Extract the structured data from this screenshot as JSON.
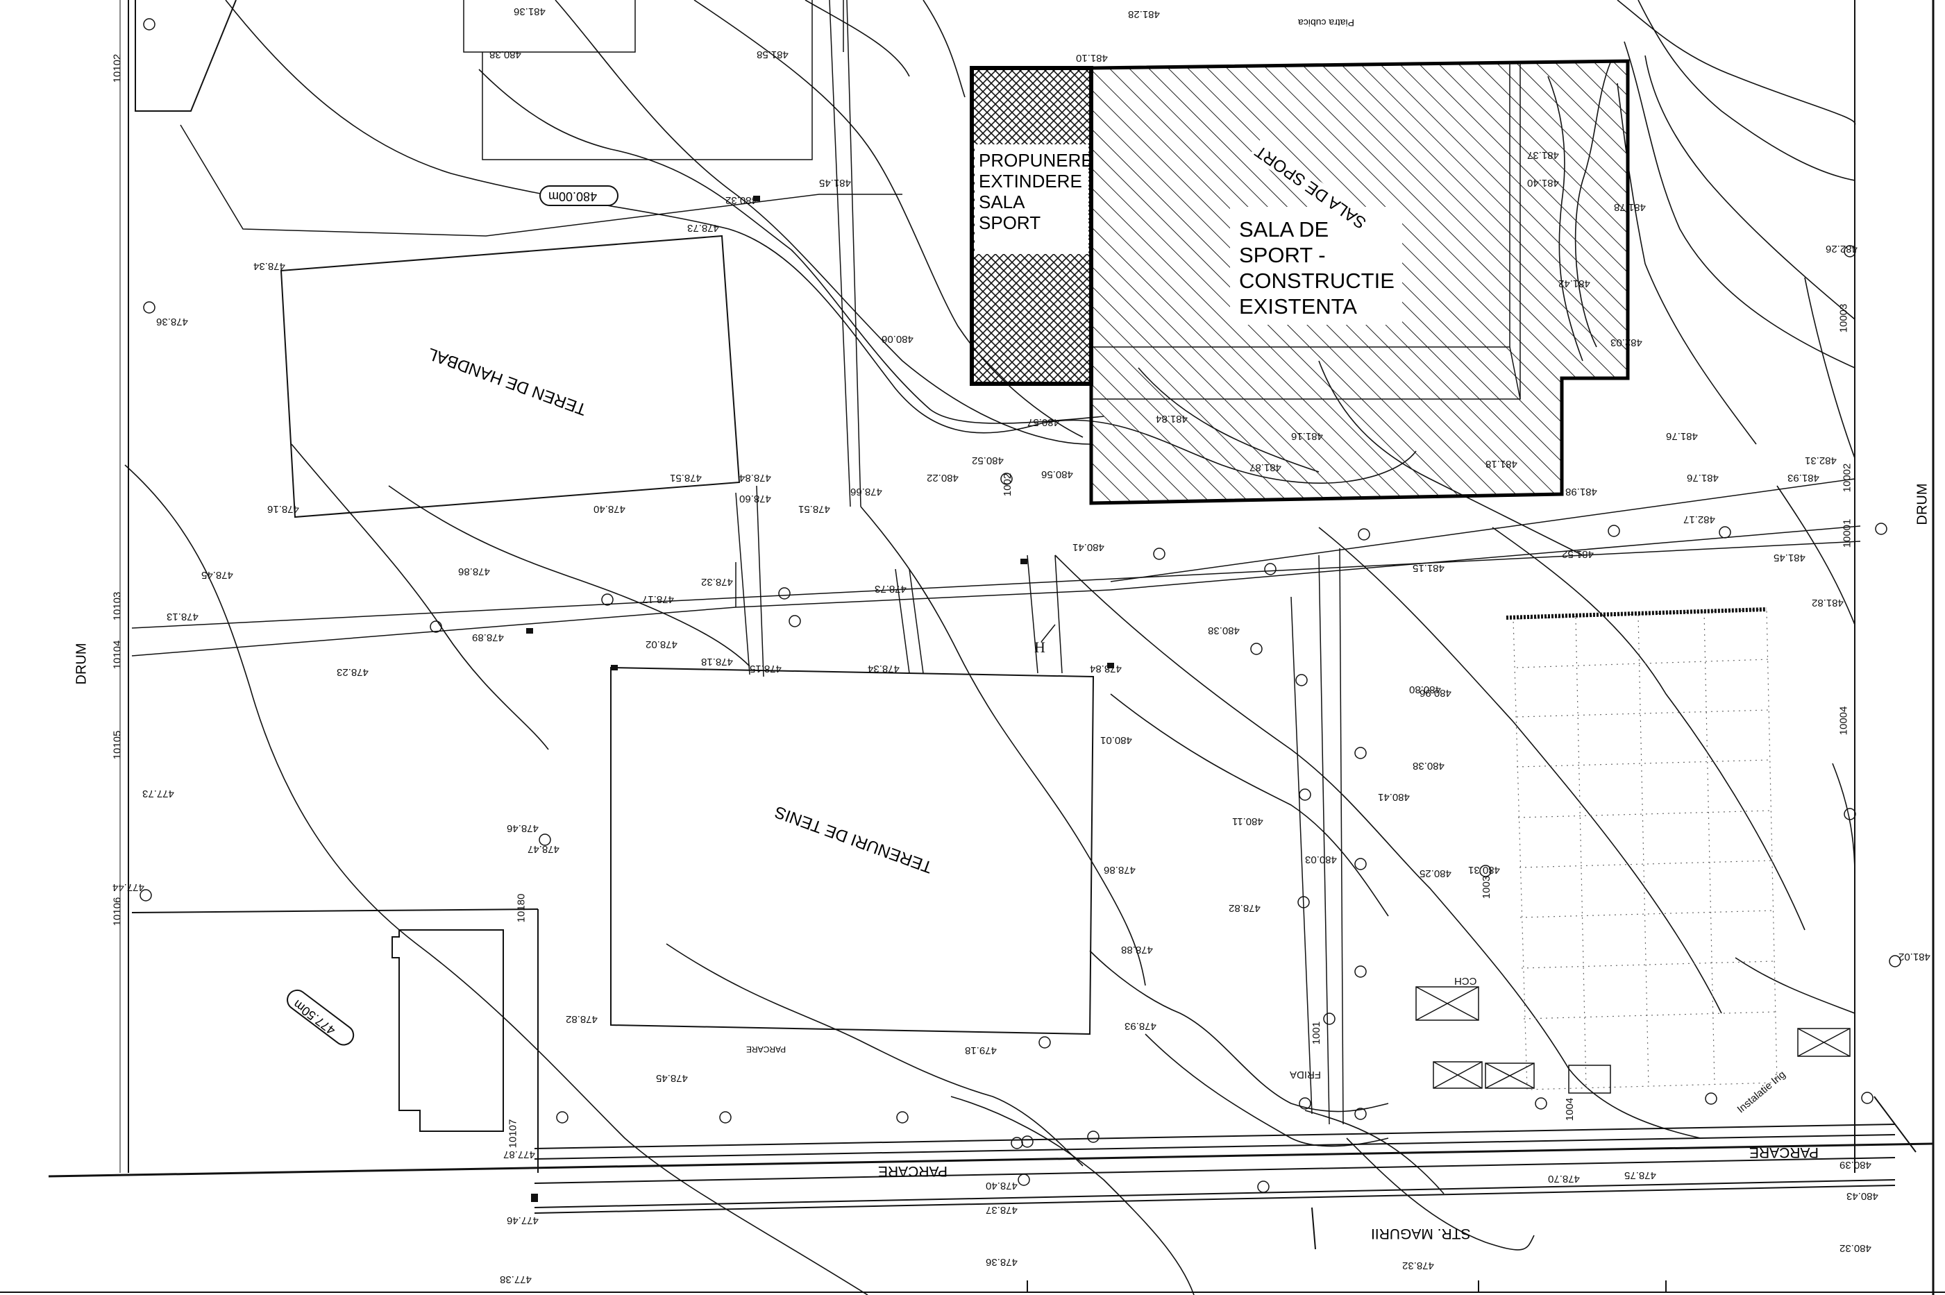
{
  "buildings": {
    "proposal": {
      "lines": [
        "PROPUNERE",
        "EXTINDERE",
        "SALA",
        "SPORT"
      ]
    },
    "existing": {
      "lines": [
        "SALA DE",
        "SPORT -",
        "CONSTRUCTIE",
        "EXISTENTA"
      ],
      "roof_label": "SALA DE SPORT"
    }
  },
  "sports_fields": {
    "handball": "TEREN DE HANDBAL",
    "tennis": "TERENURI DE TENIS"
  },
  "roads": {
    "left": "DRUM",
    "right": "DRUM",
    "street": "STR. MAGURII",
    "parking_left": "PARCARE",
    "parking_right": "PARCARE",
    "parking_small": "PARCARE",
    "top_road": "Piatra cubica"
  },
  "contours": {
    "c480": "480.00m",
    "c477": "477.50m"
  },
  "colors": {
    "line": "#111111",
    "background": "#ffffff"
  },
  "spot_levels": [
    {
      "v": "481.36"
    },
    {
      "v": "481.28"
    },
    {
      "v": "481.58"
    },
    {
      "v": "480.38"
    },
    {
      "v": "481.45"
    },
    {
      "v": "480.32"
    },
    {
      "v": "478.73"
    },
    {
      "v": "478.34"
    },
    {
      "v": "478.36"
    },
    {
      "v": "480.06"
    },
    {
      "v": "478.51"
    },
    {
      "v": "478.84"
    },
    {
      "v": "478.60"
    },
    {
      "v": "478.51"
    },
    {
      "v": "478.66"
    },
    {
      "v": "480.22"
    },
    {
      "v": "480.56"
    },
    {
      "v": "480.52"
    },
    {
      "v": "480.57"
    },
    {
      "v": "478.16"
    },
    {
      "v": "478.40"
    },
    {
      "v": "478.45"
    },
    {
      "v": "478.13"
    },
    {
      "v": "478.86"
    },
    {
      "v": "478.17"
    },
    {
      "v": "478.02"
    },
    {
      "v": "478.23"
    },
    {
      "v": "478.89"
    },
    {
      "v": "478.18"
    },
    {
      "v": "478.15"
    },
    {
      "v": "478.34"
    },
    {
      "v": "478.32"
    },
    {
      "v": "478.84"
    },
    {
      "v": "480.41"
    },
    {
      "v": "480.38"
    },
    {
      "v": "478.73"
    },
    {
      "v": "477.73"
    },
    {
      "v": "478.46"
    },
    {
      "v": "478.47"
    },
    {
      "v": "477.44"
    },
    {
      "v": "478.82"
    },
    {
      "v": "479.18"
    },
    {
      "v": "478.45"
    },
    {
      "v": "477.87"
    },
    {
      "v": "480.01"
    },
    {
      "v": "478.86"
    },
    {
      "v": "478.88"
    },
    {
      "v": "478.93"
    },
    {
      "v": "480.11"
    },
    {
      "v": "480.03"
    },
    {
      "v": "478.82"
    },
    {
      "v": "480.38"
    },
    {
      "v": "480.41"
    },
    {
      "v": "480.25"
    },
    {
      "v": "480.31"
    },
    {
      "v": "480.96"
    },
    {
      "v": "480.80"
    },
    {
      "v": "481.15"
    },
    {
      "v": "481.52"
    },
    {
      "v": "482.17"
    },
    {
      "v": "481.98"
    },
    {
      "v": "481.76"
    },
    {
      "v": "481.93"
    },
    {
      "v": "481.45"
    },
    {
      "v": "481.82"
    },
    {
      "v": "481.02"
    },
    {
      "v": "480.39"
    },
    {
      "v": "480.32"
    },
    {
      "v": "480.43"
    },
    {
      "v": "478.70"
    },
    {
      "v": "478.75"
    },
    {
      "v": "478.40"
    },
    {
      "v": "478.37"
    },
    {
      "v": "478.32"
    },
    {
      "v": "477.38"
    },
    {
      "v": "477.46"
    },
    {
      "v": "478.36"
    },
    {
      "v": "481.78"
    },
    {
      "v": "482.03"
    },
    {
      "v": "481.42"
    },
    {
      "v": "481.40"
    },
    {
      "v": "481.37"
    },
    {
      "v": "481.76"
    },
    {
      "v": "481.16"
    },
    {
      "v": "481.84"
    },
    {
      "v": "481.10"
    },
    {
      "v": "481.18"
    },
    {
      "v": "481.87"
    },
    {
      "v": "482.31"
    },
    {
      "v": "482.26"
    }
  ],
  "point_ids": [
    {
      "v": "10102"
    },
    {
      "v": "10103"
    },
    {
      "v": "10104"
    },
    {
      "v": "10105"
    },
    {
      "v": "10106"
    },
    {
      "v": "10107"
    },
    {
      "v": "10180"
    },
    {
      "v": "10003"
    },
    {
      "v": "10004"
    },
    {
      "v": "10002"
    },
    {
      "v": "10001"
    },
    {
      "v": "1001"
    },
    {
      "v": "1002"
    },
    {
      "v": "1003"
    },
    {
      "v": "1004"
    },
    {
      "v": "CCH"
    },
    {
      "v": "FRIDA"
    },
    {
      "v": "Instalatie Irig"
    }
  ]
}
